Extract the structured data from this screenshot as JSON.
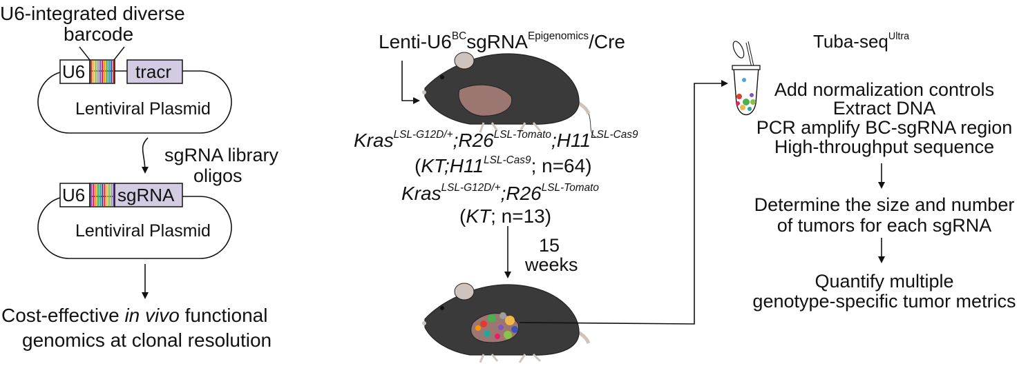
{
  "left_panel": {
    "barcode_label_line1": "U6-integrated diverse",
    "barcode_label_line2": "barcode",
    "plasmid1": {
      "u6": "U6",
      "tracr": "tracr",
      "name": "Lentiviral Plasmid"
    },
    "step_label_line1": "sgRNA library",
    "step_label_line2": "oligos",
    "plasmid2": {
      "u6": "U6",
      "sgrna": "sgRNA",
      "name": "Lentiviral Plasmid"
    },
    "outcome_pre": "Cost-effective ",
    "outcome_italic": "in vivo",
    "outcome_post": " functional",
    "outcome_line2": "genomics at clonal resolution"
  },
  "middle_panel": {
    "virus_base": "Lenti-U6",
    "virus_sup1": "BC",
    "virus_mid": "sgRNA",
    "virus_sup2": "Epigenomics",
    "virus_end": "/Cre",
    "geno1": {
      "kras": "Kras",
      "kras_sup": "LSL-G12D/+",
      "r26": ";R26",
      "r26_sup": "LSL-Tomato",
      "h11": ";H11",
      "h11_sup": "LSL-Cas9"
    },
    "geno1_abbr": {
      "open": "(",
      "kt": "KT;H11",
      "kt_sup": "LSL-Cas9",
      "n": "; n=64)"
    },
    "geno2": {
      "kras": "Kras",
      "kras_sup": "LSL-G12D/+",
      "r26": ";R26",
      "r26_sup": "LSL-Tomato"
    },
    "geno2_abbr": {
      "open": "(",
      "kt": "KT",
      "n": "; n=13)"
    },
    "time_line1": "15",
    "time_line2": "weeks"
  },
  "right_panel": {
    "method_base": "Tuba-seq",
    "method_sup": "Ultra",
    "steps": [
      "Add normalization controls",
      "Extract DNA",
      "PCR amplify BC-sgRNA region",
      "High-throughput sequence"
    ],
    "result1_line1": "Determine the size and number",
    "result1_line2": "of tumors for each sgRNA",
    "result2_line1": "Quantify multiple",
    "result2_line2": "genotype-specific tumor metrics"
  },
  "colors": {
    "tracr_fill": "#d3cbe2",
    "mouse_body": "#3a3a3a",
    "mouse_ear": "#9c7772",
    "mouse_skin": "#cfc4bd",
    "barcode": [
      "#e23a2f",
      "#4caf50",
      "#7e57c2",
      "#f0b84a",
      "#26a69a",
      "#e91e63",
      "#8bc34a",
      "#3f51b5",
      "#ff9800",
      "#9e9e9e"
    ]
  }
}
